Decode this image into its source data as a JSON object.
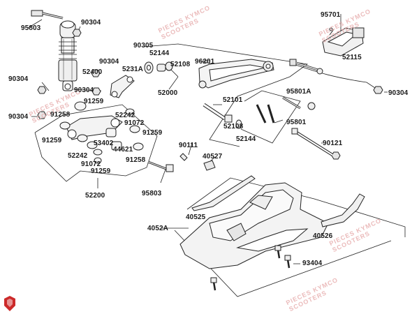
{
  "diagram": {
    "labels": {
      "p95803_top": "95803",
      "p90304_a": "90304",
      "p90305": "90305",
      "p52144_top": "52144",
      "p52108_top": "52108",
      "p96201": "96201",
      "p95701": "95701",
      "p52115": "52115",
      "p90304_b": "90304",
      "p5231a": "5231A",
      "p52400": "52400",
      "p90304_c": "90304",
      "p90304_d": "90304",
      "p52000": "52000",
      "p90304_right": "90304",
      "p95801a": "95801A",
      "p90304_left": "90304",
      "p91258_a": "91258",
      "p91259_a": "91259",
      "p52242_a": "52242",
      "p91072_a": "91072",
      "p91259_b": "91259",
      "p91259_c": "91259",
      "p52101": "52101",
      "p52108_mid": "52108",
      "p52144_mid": "52144",
      "p95801": "95801",
      "p53402": "53402",
      "p44621": "44621",
      "p52242_b": "52242",
      "p91258_b": "91258",
      "p91072_b": "91072",
      "p91259_d": "91259",
      "p90111": "90111",
      "p40527": "40527",
      "p90121": "90121",
      "p52200": "52200",
      "p95803_bottom": "95803",
      "p40525": "40525",
      "p4052a": "4052A",
      "p40526": "40526",
      "p93404": "93404"
    },
    "watermarks": [
      "PIECES KYMCO",
      "SCOOTERS"
    ],
    "logo_color": "#cc2a2a"
  }
}
